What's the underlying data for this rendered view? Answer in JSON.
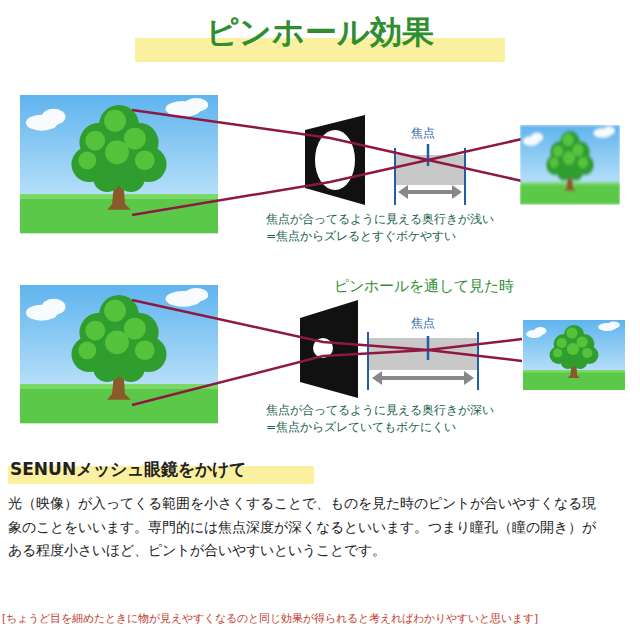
{
  "diagram": {
    "title": "ピンホール効果",
    "labels": [
      "焦点",
      "焦点が合ってるように見える奥行きが浅い",
      "=焦点からズレるとすぐボケやすい",
      "ピンホールを通して見た時",
      "焦点",
      "焦点が合ってるように見える奥行きが深い",
      "=焦点からズレていてもボケにくい",
      "SENUNメッシュ眼鏡をかけて",
      "光（映像）が入ってくる範囲を小さくすることで、ものを見た時のピントが合いやすくなる現象のことをいいます。専門的には焦点深度が深くなるといいます。つまり瞳孔（瞳の開き）がある程度小さいほど、ピントが合いやすいということです。",
      "[ちょうど目を細めたときに物が見えやすくなるのと同じ効果が得られると考えればわかりやすいと思います]"
    ]
  }
}
